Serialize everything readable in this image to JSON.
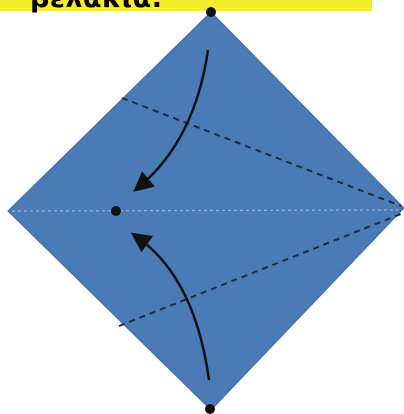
{
  "caption": {
    "text": "βελάκια."
  },
  "colors": {
    "paper": "#4a7bb6",
    "paper_edge": "#3d6aa3",
    "crease_line": "#1d2b3d",
    "center_line": "#9fb6d6",
    "arrow": "#111111",
    "dot": "#111111",
    "caption_text": "#000000",
    "caption_background": "#f6eb2c"
  },
  "diagram": {
    "shape": "diamond",
    "fold_steps": [
      {
        "label": "fold-top-edge-to-center",
        "line": "dashed",
        "arrow": "curved"
      },
      {
        "label": "fold-bottom-edge-to-center",
        "line": "dashed",
        "arrow": "curved"
      }
    ],
    "center_line": "dotted",
    "markers": [
      "top-dot",
      "center-dot",
      "bottom-dot"
    ]
  }
}
